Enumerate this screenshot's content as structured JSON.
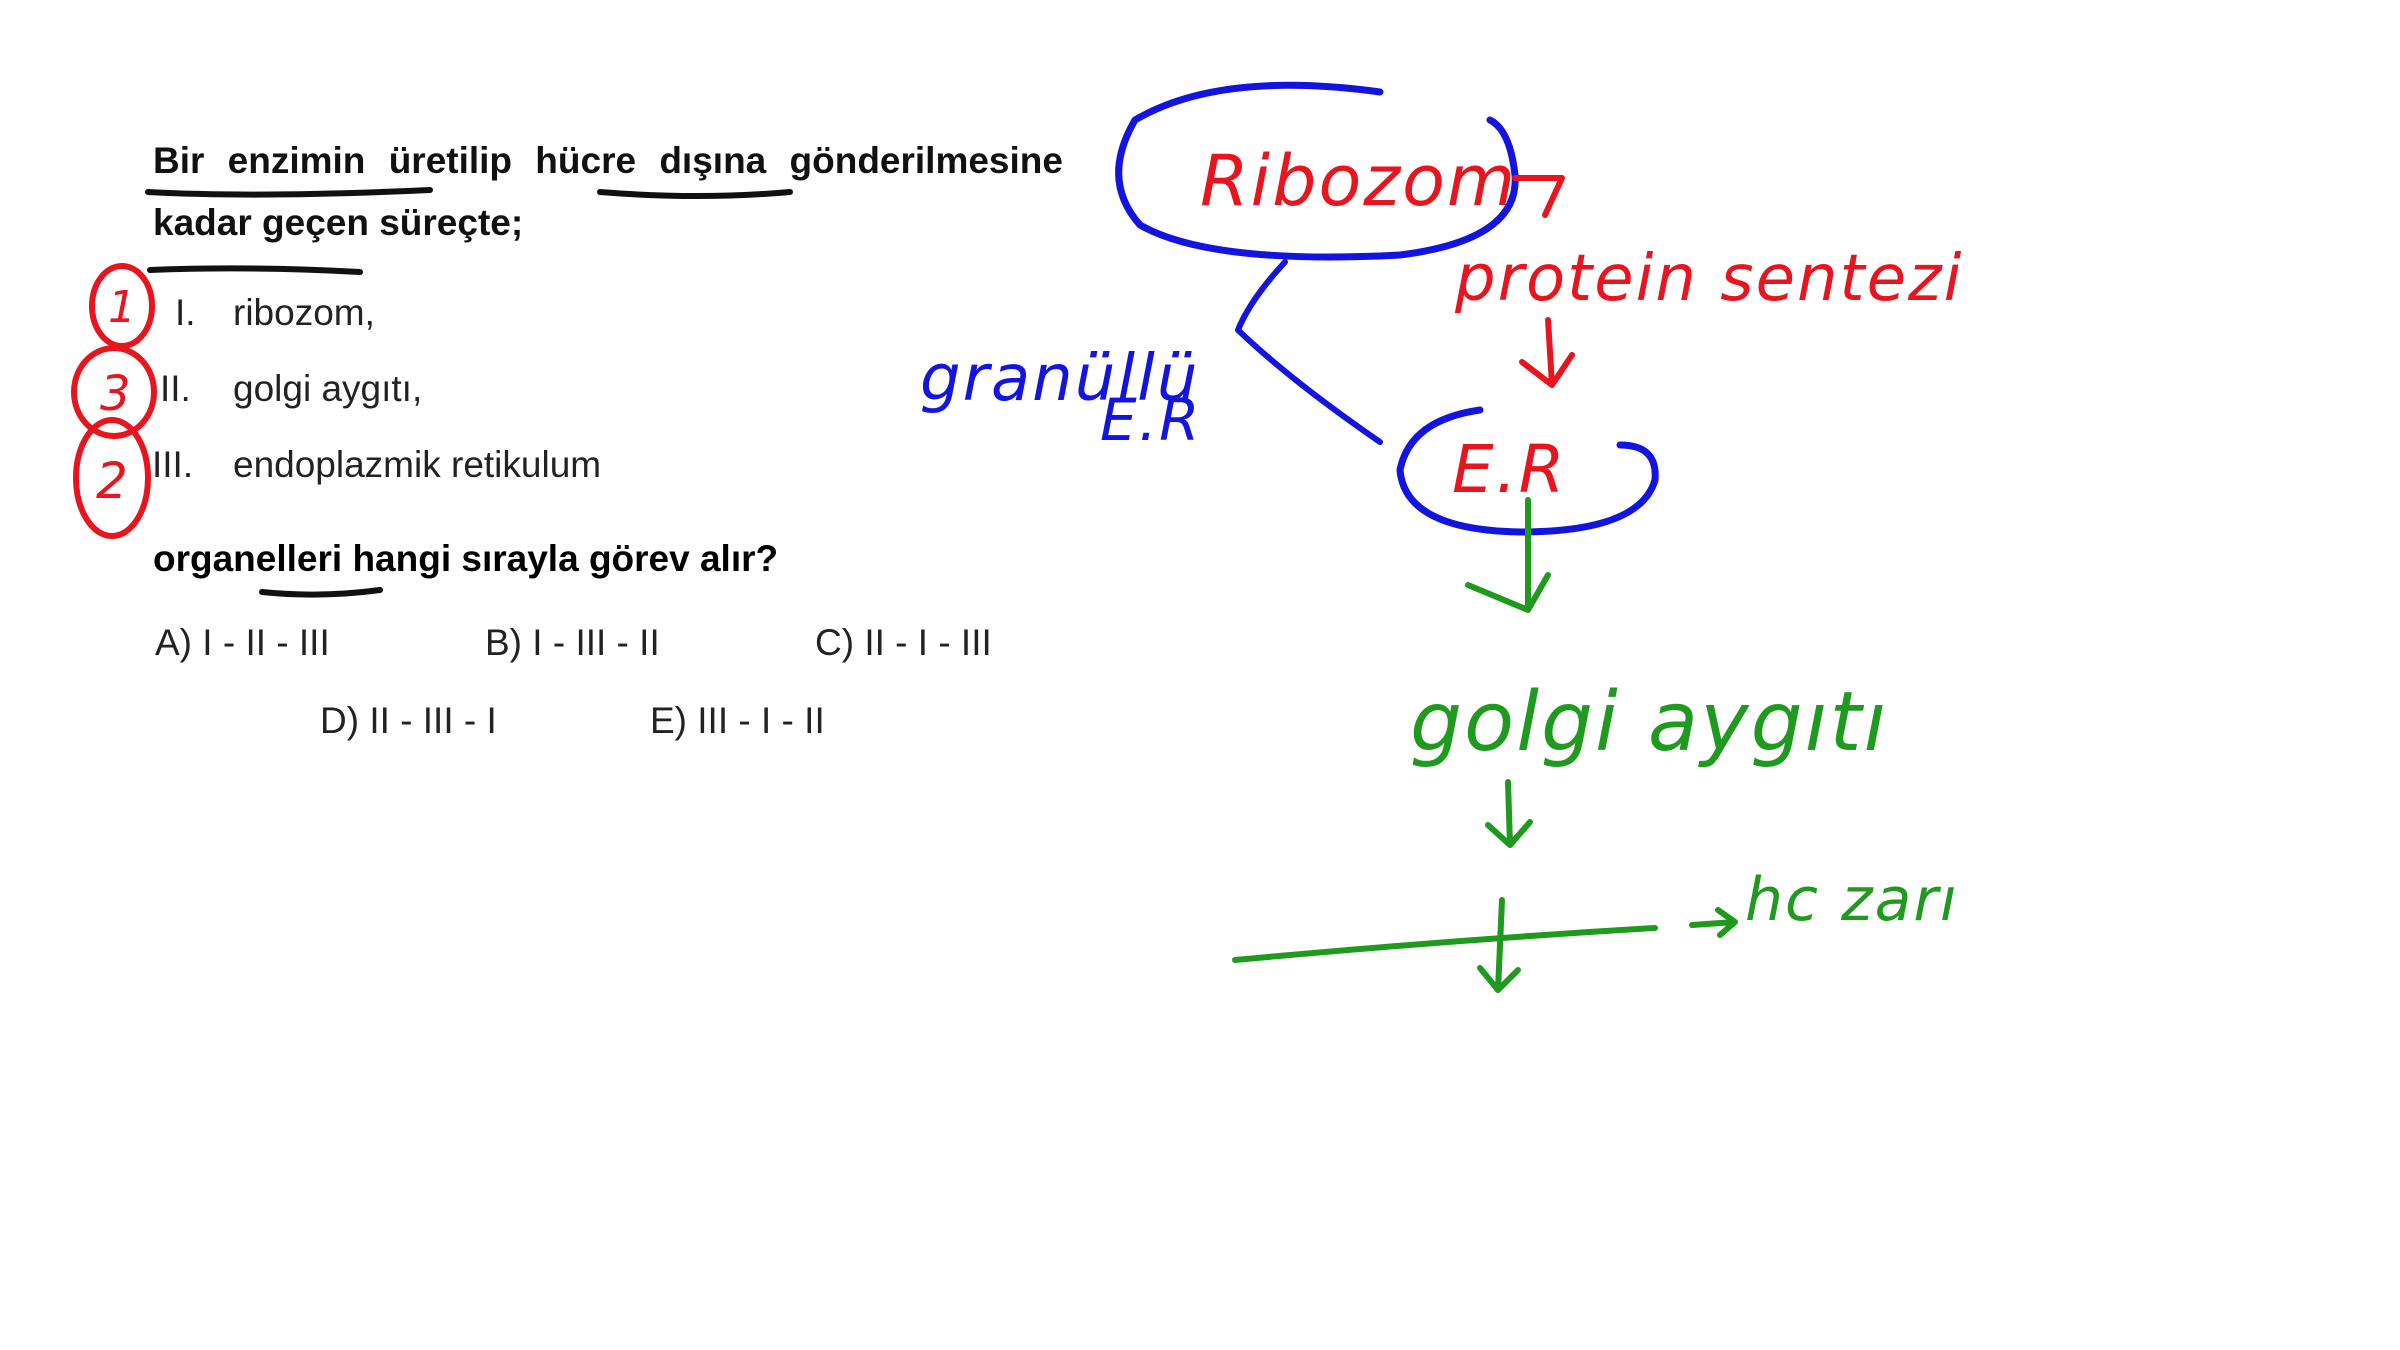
{
  "question": {
    "stem_line1_words": [
      "Bir",
      "enzimin",
      "üretilip",
      "hücre",
      "dışına",
      "gönderilmesine"
    ],
    "stem_line2": "kadar geçen süreçte;",
    "items": [
      {
        "num": "I.",
        "text": "ribozom,"
      },
      {
        "num": "II.",
        "text": "golgi aygıtı,"
      },
      {
        "num": "III.",
        "text": "endoplazmik retikulum"
      }
    ],
    "stem_end": "organelleri hangi sırayla görev alır?",
    "options": {
      "a": "A) I - II - III",
      "b": "B) I - III - II",
      "c": "C) II - I - III",
      "d": "D) II - III - I",
      "e": "E) III - I - II"
    }
  },
  "annotations": {
    "item_order_marks": [
      "1",
      "3",
      "2"
    ],
    "ribozom": "Ribozom",
    "protein_sentezi": "protein sentezi",
    "er": "E.R",
    "granullu_er_line1": "granüllü",
    "granullu_er_line2": "E.R",
    "golgi": "golgi aygıtı",
    "hucre_zari": "hc zarı",
    "colors": {
      "red": "#e8141e",
      "blue": "#1414e0",
      "green": "#1e9a1e",
      "black": "#111111"
    }
  }
}
